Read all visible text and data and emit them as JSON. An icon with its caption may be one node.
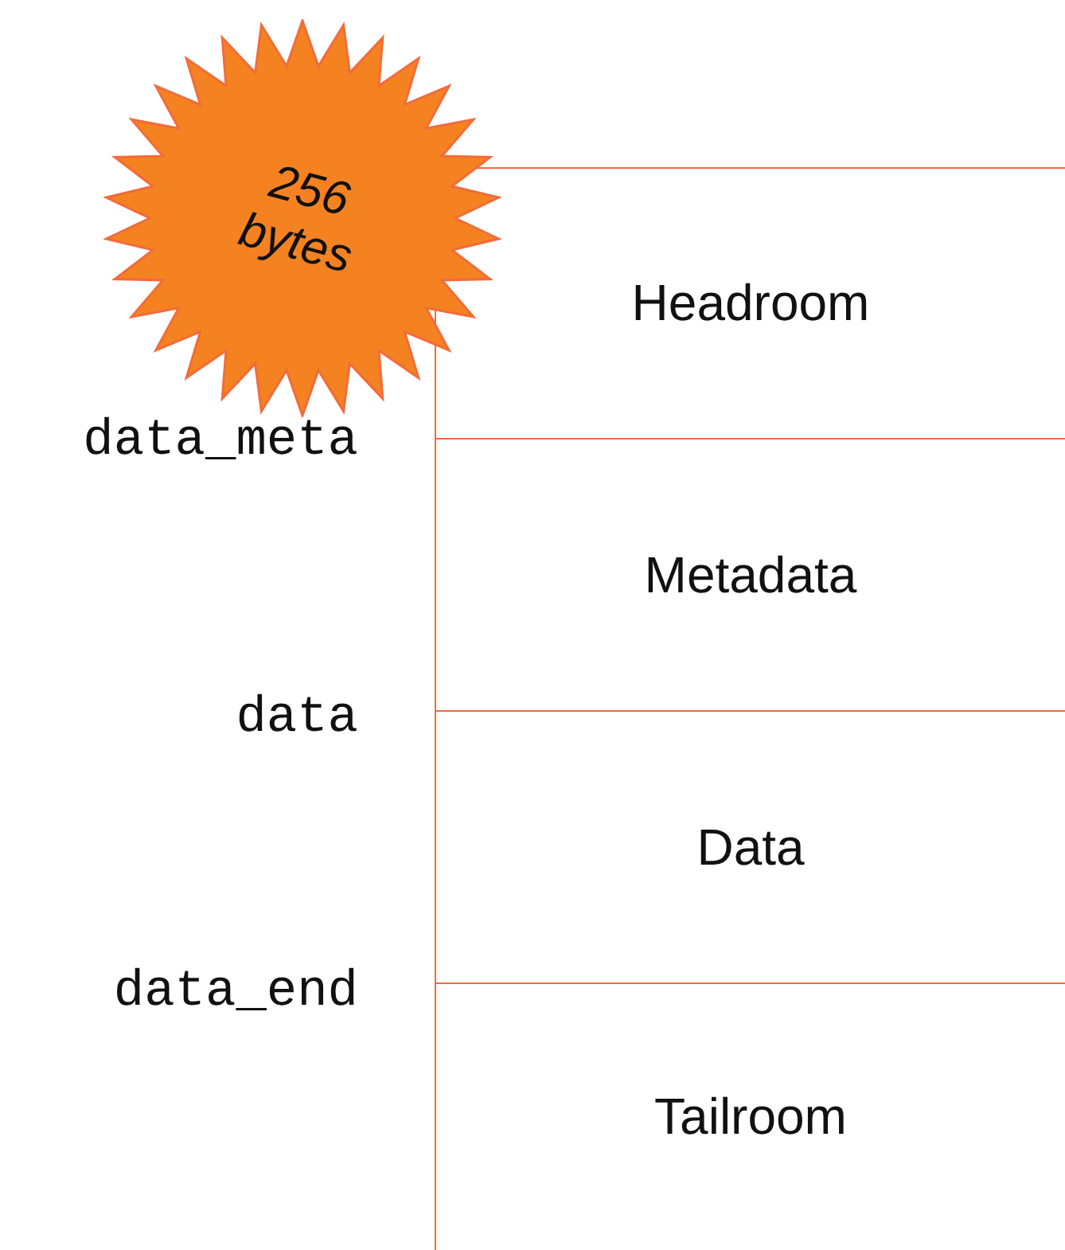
{
  "diagram": {
    "nodes": [
      {
        "text": [
          "Headroom"
        ]
      },
      {
        "text": [
          "Metadata"
        ]
      },
      {
        "text": [
          "Data"
        ]
      },
      {
        "text": [
          "Tailroom"
        ]
      },
      {
        "text": [
          "256 bytes"
        ]
      }
    ],
    "labels": [
      "data_meta",
      "data",
      "data_end"
    ]
  }
}
